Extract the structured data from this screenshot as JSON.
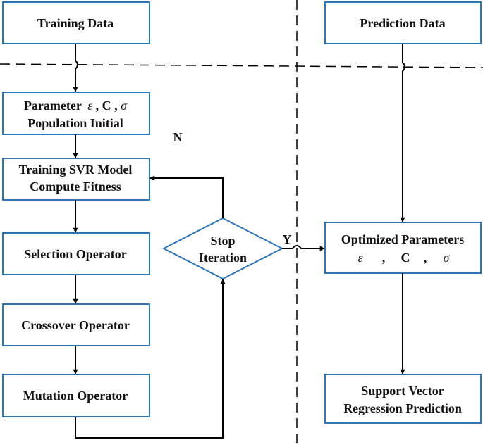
{
  "colors": {
    "box_border": "#2e75b6",
    "line": "#000000",
    "text": "#111111",
    "background": "#ffffff"
  },
  "nodes": {
    "training_data": "Training Data",
    "prediction_data": "Prediction Data",
    "param_init": {
      "prefix": "Parameter",
      "eps": "ε",
      "sep1": " , ",
      "c": "C",
      "sep2": " , ",
      "sigma": "σ",
      "line2": "Population Initial"
    },
    "train_svr": {
      "line1": "Training SVR Model",
      "line2": "Compute Fitness"
    },
    "selection": "Selection Operator",
    "crossover": "Crossover Operator",
    "mutation": "Mutation Operator",
    "stop": {
      "line1": "Stop",
      "line2": "Iteration"
    },
    "optimized": {
      "line1": "Optimized Parameters",
      "eps": "ε",
      "sep1": ",",
      "c": "C",
      "sep2": ",",
      "sigma": "σ"
    },
    "svr_prediction": {
      "line1": "Support Vector",
      "line2": "Regression Prediction"
    }
  },
  "labels": {
    "no": "N",
    "yes": "Y"
  }
}
